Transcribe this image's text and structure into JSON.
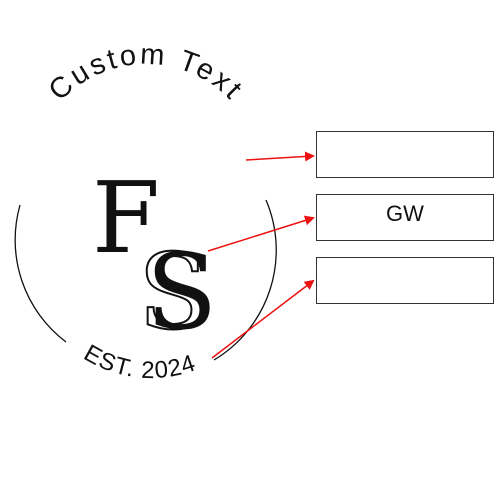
{
  "logo": {
    "top_text": "Custom Text",
    "bottom_text": "EST. 2024",
    "monogram_first": "F",
    "monogram_second": "S",
    "ring_color": "#111111"
  },
  "fields": [
    {
      "value": ""
    },
    {
      "value": "GW"
    },
    {
      "value": ""
    }
  ],
  "colors": {
    "arrow": "#ee1111",
    "box_border": "#333333"
  }
}
